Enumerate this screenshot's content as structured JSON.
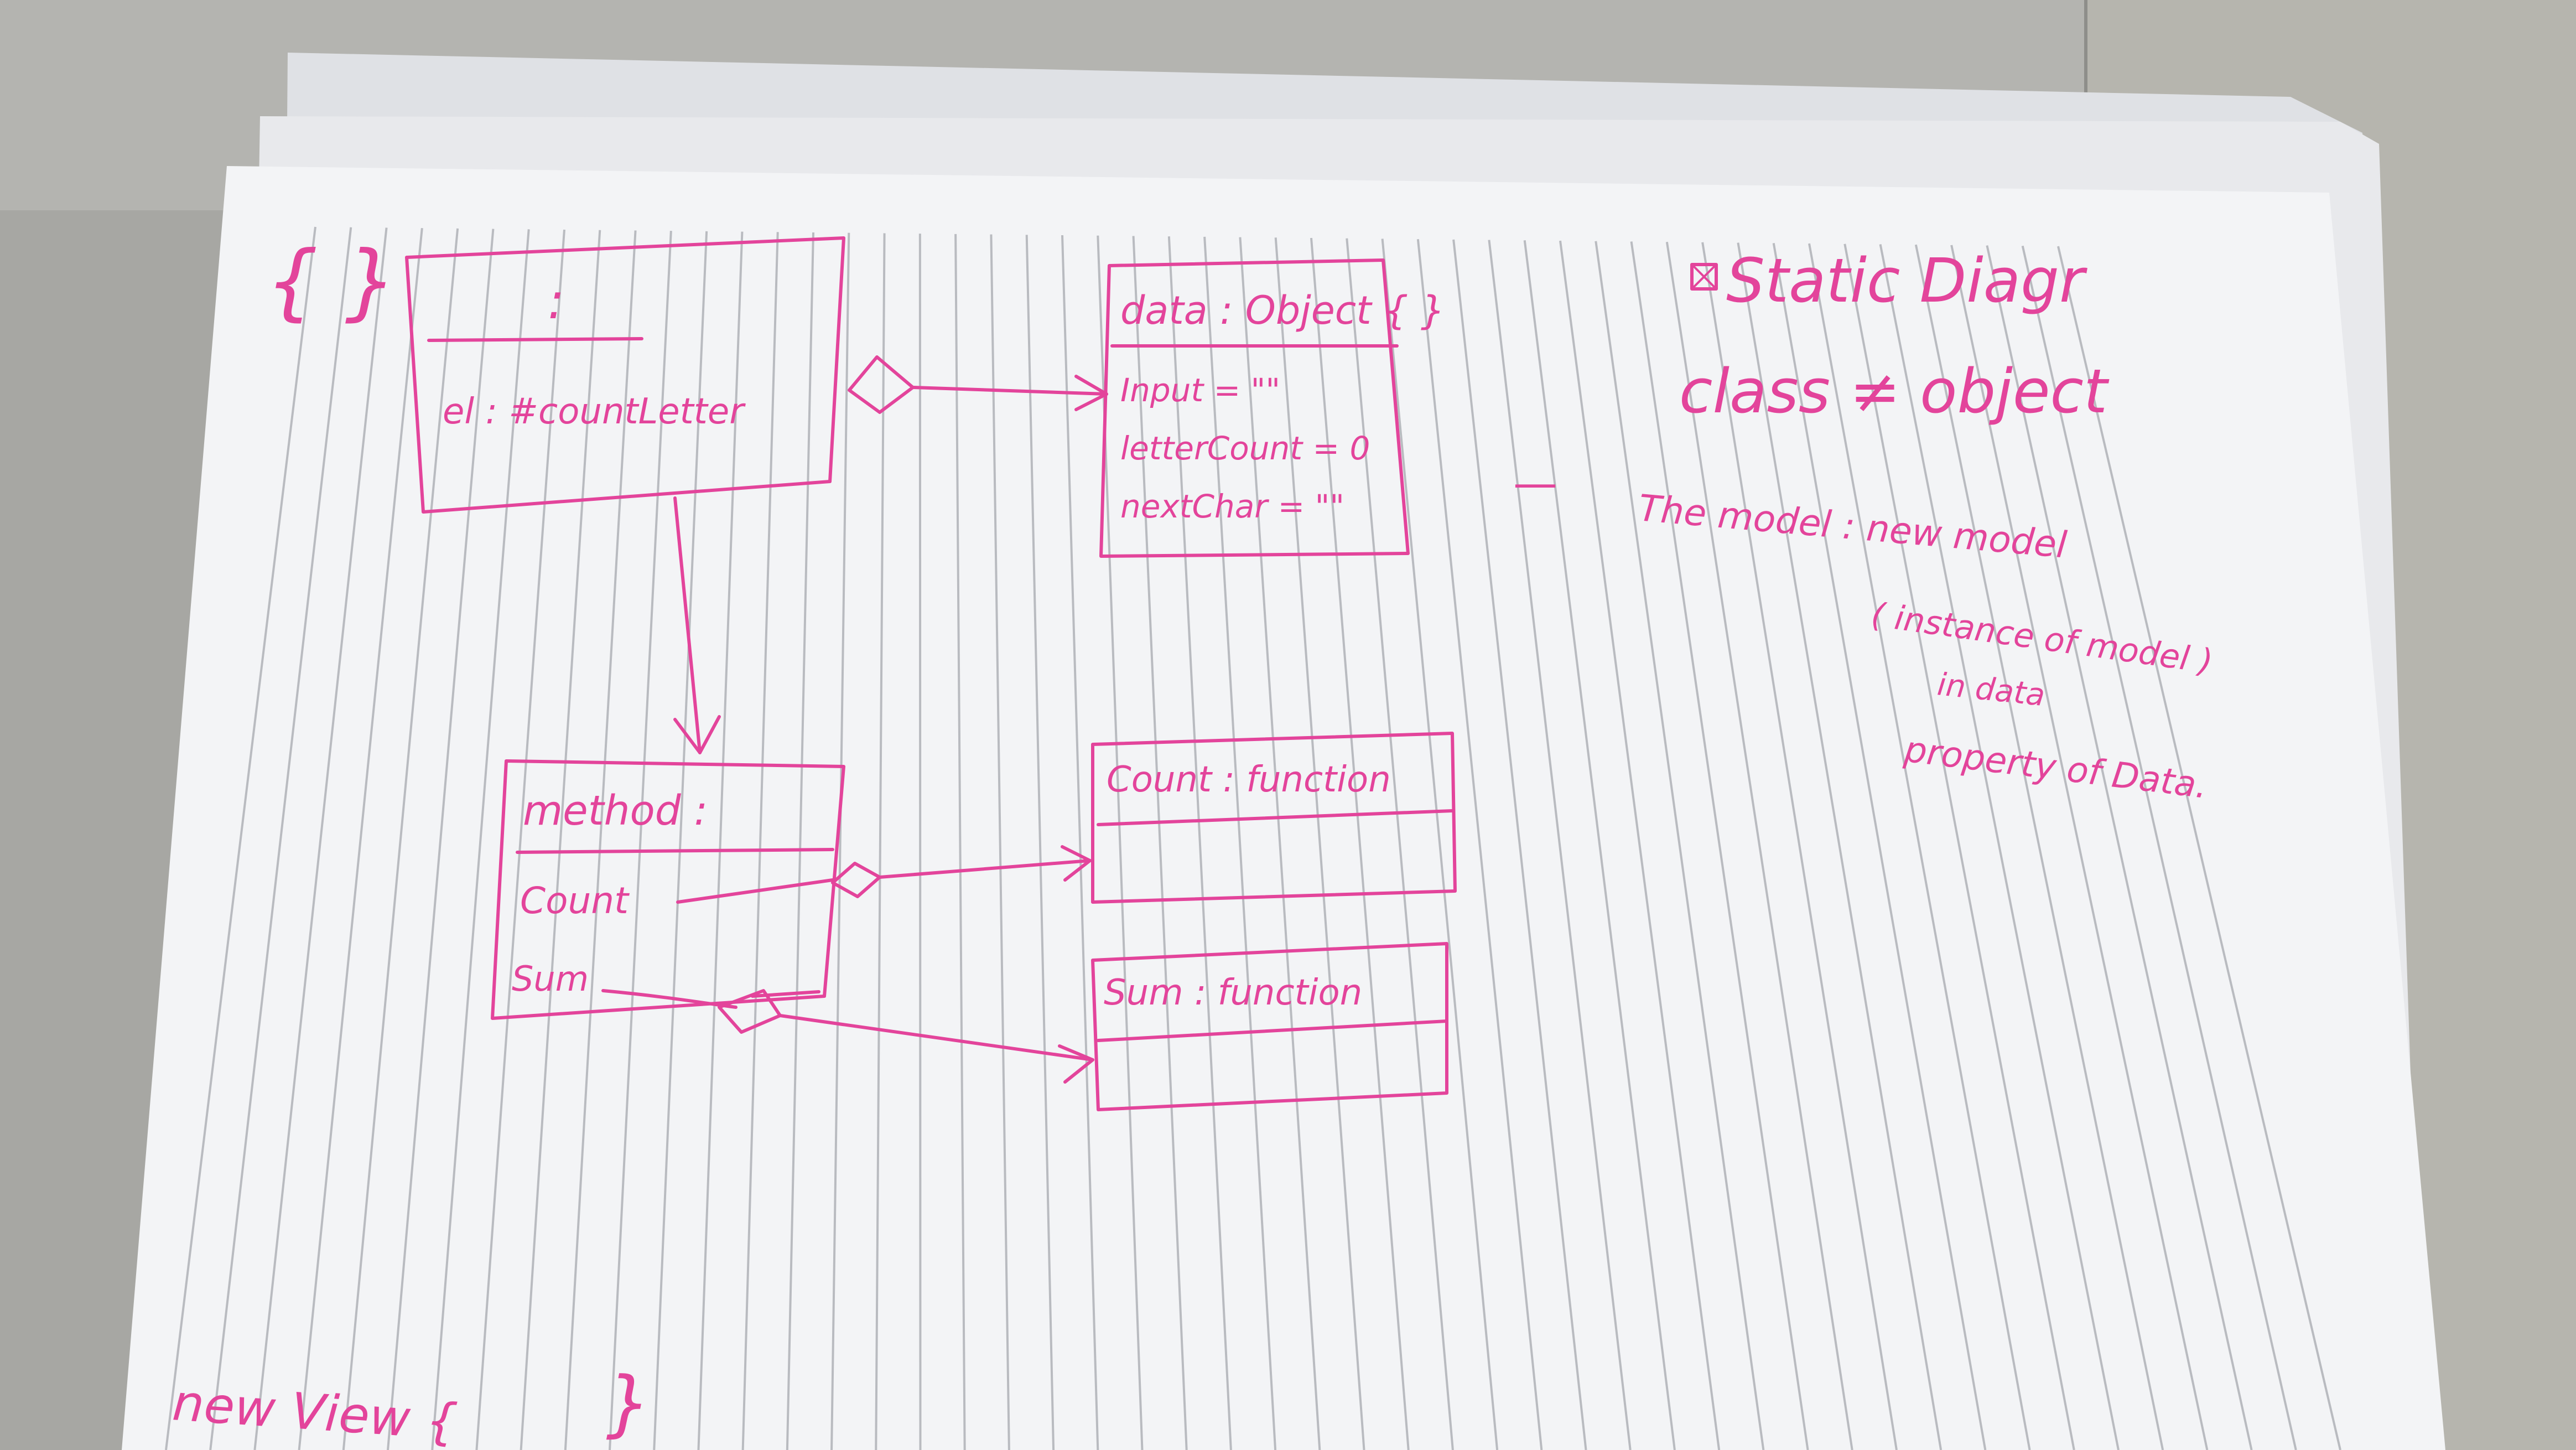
{
  "diagram": {
    "root_box": {
      "braces": "{ }",
      "title": ":",
      "attribute": "el : #countLetter"
    },
    "data_box": {
      "title": "data : Object { }",
      "rows": [
        "Input = \"\"",
        "letterCount = 0",
        "nextChar = \"\""
      ]
    },
    "method_box": {
      "title": "method :",
      "rows": [
        "Count",
        "Sum"
      ]
    },
    "count_box": {
      "title": "Count : function"
    },
    "sum_box": {
      "title": "Sum : function"
    }
  },
  "notes": {
    "line1": "Static Diagr",
    "line2": "class ≠ object",
    "line3": "The model : new model",
    "line4": "( instance of model )",
    "line5": "in data",
    "line6": "property of Data.",
    "dash": "—"
  },
  "footer": {
    "text": "new View {",
    "brace": "}"
  },
  "colors": {
    "ink": "#e3449b",
    "paper": "#f4f5f7",
    "rule": "#b9bbc0",
    "background": "#a9a9a4"
  }
}
